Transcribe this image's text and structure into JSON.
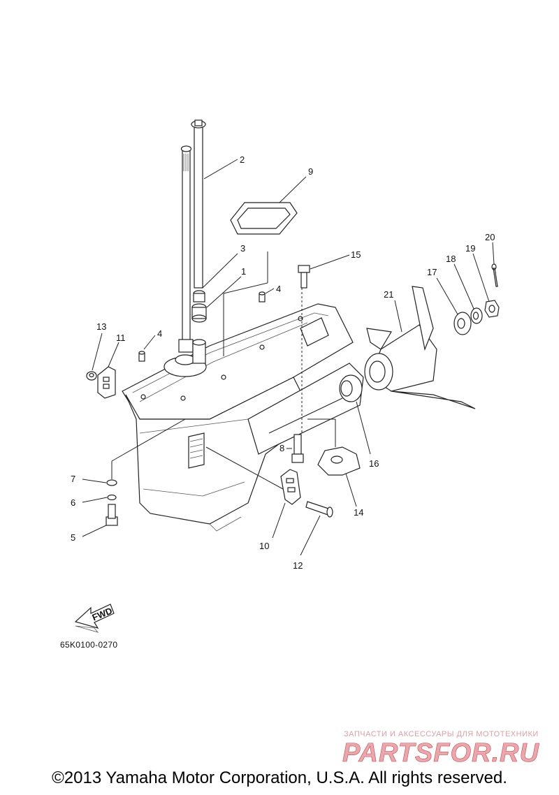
{
  "callouts": {
    "p1": "1",
    "p2": "2",
    "p3": "3",
    "p4a": "4",
    "p4b": "4",
    "p5": "5",
    "p6": "6",
    "p7": "7",
    "p8": "8",
    "p9": "9",
    "p10": "10",
    "p11": "11",
    "p12": "12",
    "p13": "13",
    "p14": "14",
    "p15": "15",
    "p16": "16",
    "p17": "17",
    "p18": "18",
    "p19": "19",
    "p20": "20",
    "p21": "21"
  },
  "fwd_label": "FWD",
  "diagram_code": "65K0100-0270",
  "watermark": {
    "caption": "ЗАПЧАСТИ И АКСЕССУАРЫ ДЛЯ МОТОТЕХНИКИ",
    "logo_text": "PARTSFOR.RU",
    "color": "#c8444c"
  },
  "copyright": "©2013 Yamaha Motor Corporation, U.S.A. All rights reserved."
}
